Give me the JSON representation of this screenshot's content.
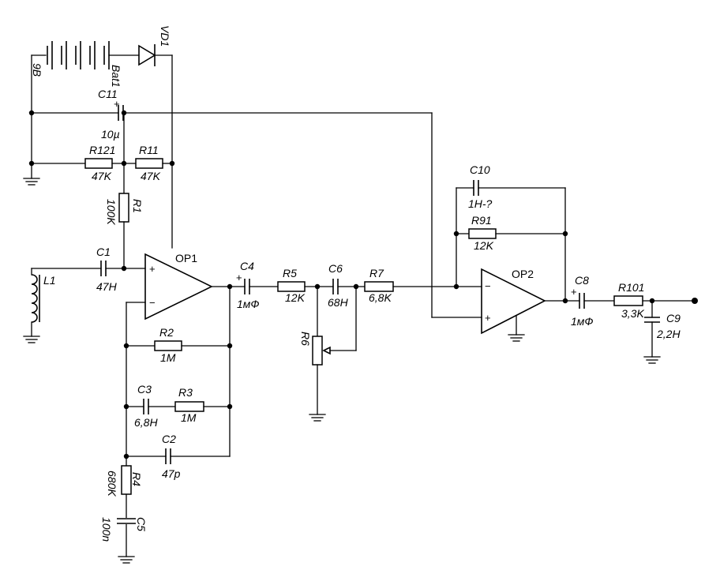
{
  "components": {
    "bat1": {
      "ref": "Bat1",
      "value": "9B"
    },
    "vd1": {
      "ref": "VD1"
    },
    "c11": {
      "ref": "C11",
      "value": "10µ"
    },
    "r121": {
      "ref": "R121",
      "value": "47K"
    },
    "r11": {
      "ref": "R11",
      "value": "47K"
    },
    "r1": {
      "ref": "R1",
      "value": "100K"
    },
    "c1": {
      "ref": "C1",
      "value": "47H"
    },
    "l1": {
      "ref": "L1"
    },
    "op1": {
      "ref": "OP1"
    },
    "r2": {
      "ref": "R2",
      "value": "1M"
    },
    "c3": {
      "ref": "C3",
      "value": "6,8H"
    },
    "r3": {
      "ref": "R3",
      "value": "1M"
    },
    "c2": {
      "ref": "C2",
      "value": "47p"
    },
    "r4": {
      "ref": "R4",
      "value": "680K"
    },
    "c5": {
      "ref": "C5",
      "value": "100n"
    },
    "c4": {
      "ref": "C4",
      "value": "1мФ"
    },
    "r5": {
      "ref": "R5",
      "value": "12K"
    },
    "c6": {
      "ref": "C6",
      "value": "68H"
    },
    "r6": {
      "ref": "R6"
    },
    "r7": {
      "ref": "R7",
      "value": "6,8K"
    },
    "c10": {
      "ref": "C10",
      "value": "1H-?"
    },
    "r91": {
      "ref": "R91",
      "value": "12K"
    },
    "op2": {
      "ref": "OP2"
    },
    "c8": {
      "ref": "C8",
      "value": "1мФ"
    },
    "r101": {
      "ref": "R101",
      "value": "3,3K"
    },
    "c9": {
      "ref": "C9",
      "value": "2,2H"
    }
  },
  "symbols": {
    "plus": "+",
    "minus": "−"
  },
  "colors": {
    "ink": "#000000",
    "background": "#ffffff"
  }
}
